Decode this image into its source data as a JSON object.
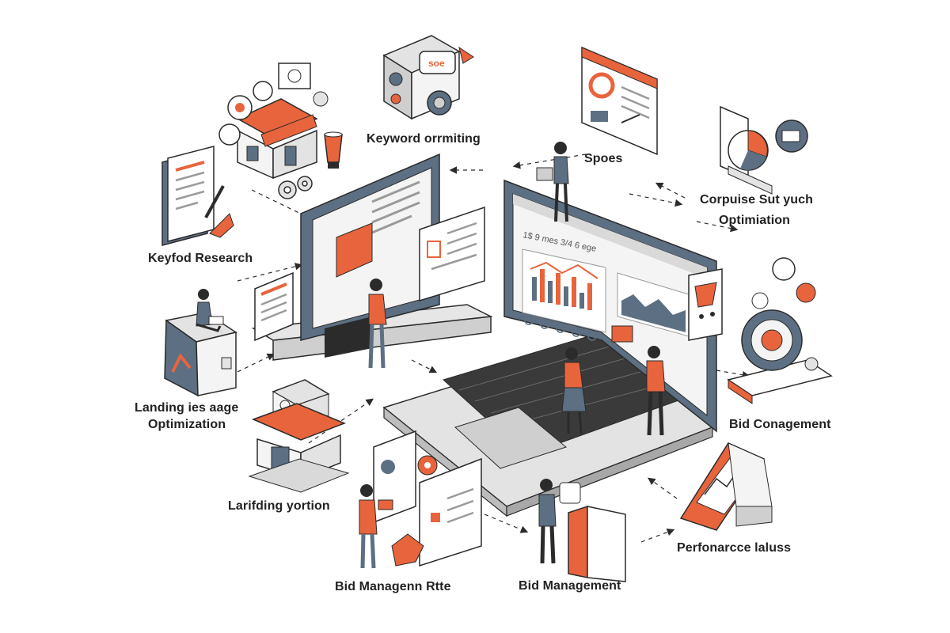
{
  "labels": {
    "keyword_orrmiting": "Keyword orrmiting",
    "spoes": "Spoes",
    "corpuise_line1": "Corpuise Sut yuch",
    "corpuise_line2": "Optimiation",
    "keyfod_research": "Keyfod Research",
    "landing_line1": "Landing ies aage",
    "landing_line2": "Optimization",
    "larifding_yortion": "Larifding yortion",
    "bid_conagement": "Bid Conagement",
    "perfonarcce_laluss": "Perfonarcce laluss",
    "bid_managenn_rtte": "Bid Managenn Rtte",
    "bid_management": "Bid Management"
  },
  "screen": {
    "stats_text": "1$ 9 mes 3/4 6 ege",
    "seo_badge": "soe"
  },
  "colors": {
    "accent": "#e8643c",
    "ink": "#2b2b2b",
    "slate": "#5d6f82",
    "light_gray": "#d9d9d9",
    "mid_gray": "#b5b5b5",
    "paper": "#f4f4f4"
  },
  "icons": [
    "storefront-icon",
    "clipboard-icon",
    "coffee-cup-icon",
    "robot-icon",
    "browser-window-icon",
    "pie-chart-icon",
    "gear-icon",
    "shopping-cart-icon",
    "target-icon",
    "tent-icon",
    "kiosk-icon",
    "monitor-icon",
    "laptop-icon",
    "person-figure"
  ]
}
